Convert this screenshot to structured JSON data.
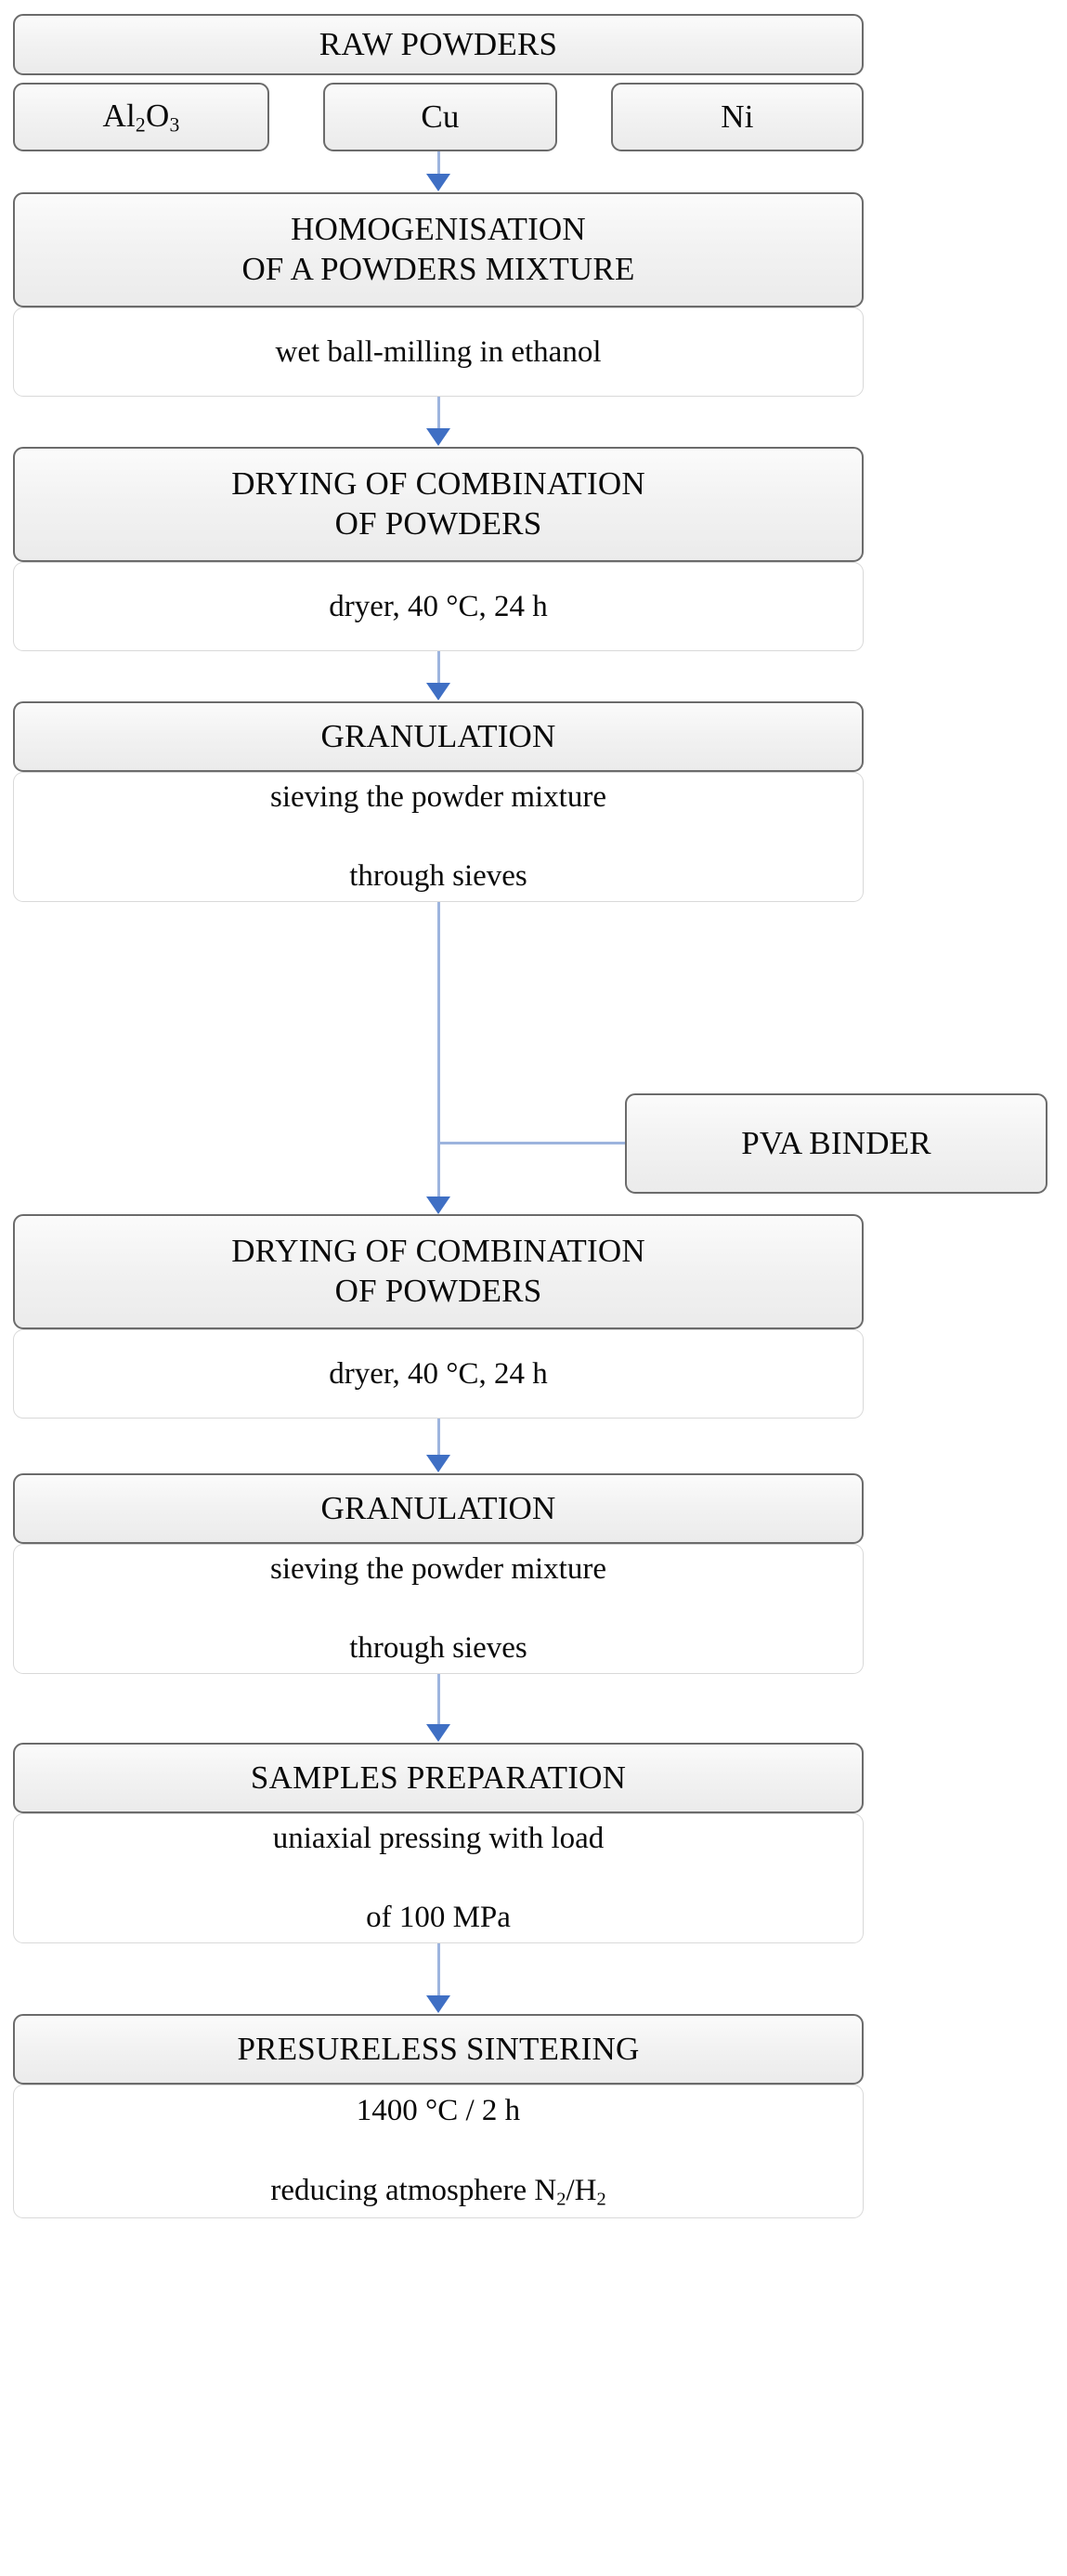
{
  "diagram": {
    "title": "Powder metallurgy processing route flowchart",
    "accent_arrow_color": "#3f6fc4",
    "connector_color": "#9db4de",
    "box_border_color": "#6b6b6b"
  },
  "raw_powders": {
    "header": "RAW POWDERS",
    "materials": [
      {
        "label_html": "Al<sub>2</sub>O<sub>3</sub>",
        "label": "Al2O3"
      },
      {
        "label_html": "Cu",
        "label": "Cu"
      },
      {
        "label_html": "Ni",
        "label": "Ni"
      }
    ]
  },
  "side_input": {
    "label": "PVA BINDER"
  },
  "steps": [
    {
      "id": "homogenisation",
      "header_line1": "HOMOGENISATION",
      "header_line2": "OF A POWDERS MIXTURE",
      "desc_line1": "wet ball-milling in ethanol",
      "desc_line2": ""
    },
    {
      "id": "drying-1",
      "header_line1": "DRYING OF COMBINATION",
      "header_line2": "OF POWDERS",
      "desc_line1": "dryer, 40 °C, 24 h",
      "desc_line2": ""
    },
    {
      "id": "granulation-1",
      "header_line1": "GRANULATION",
      "header_line2": "",
      "desc_line1": "sieving the powder mixture",
      "desc_line2": "through sieves"
    },
    {
      "id": "drying-2",
      "header_line1": "DRYING OF COMBINATION",
      "header_line2": "OF POWDERS",
      "desc_line1": "dryer, 40 °C, 24 h",
      "desc_line2": ""
    },
    {
      "id": "granulation-2",
      "header_line1": "GRANULATION",
      "header_line2": "",
      "desc_line1": "sieving the powder mixture",
      "desc_line2": "through sieves"
    },
    {
      "id": "samples-preparation",
      "header_line1": "SAMPLES PREPARATION",
      "header_line2": "",
      "desc_line1": "uniaxial pressing with load",
      "desc_line2": "of 100 MPa"
    },
    {
      "id": "presureless-sintering",
      "header_line1": "PRESURELESS SINTERING",
      "header_line2": "",
      "desc_line1": "1400 °C / 2 h",
      "desc_line2_html": "reducing atmosphere N<sub>2</sub>/H<sub>2</sub>",
      "desc_line2": "reducing atmosphere N2/H2"
    }
  ]
}
